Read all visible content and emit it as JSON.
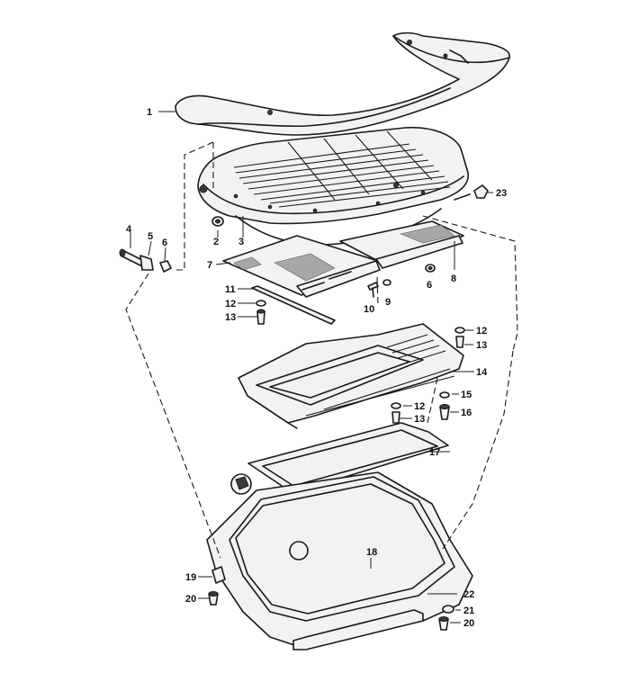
{
  "diagram": {
    "type": "exploded parts diagram",
    "callouts": [
      {
        "id": "c1",
        "text": "1"
      },
      {
        "id": "c2",
        "text": "2"
      },
      {
        "id": "c3",
        "text": "3"
      },
      {
        "id": "c4",
        "text": "4"
      },
      {
        "id": "c5",
        "text": "5"
      },
      {
        "id": "c6a",
        "text": "6"
      },
      {
        "id": "c6b",
        "text": "6"
      },
      {
        "id": "c7",
        "text": "7"
      },
      {
        "id": "c8",
        "text": "8"
      },
      {
        "id": "c9",
        "text": "9"
      },
      {
        "id": "c10",
        "text": "10"
      },
      {
        "id": "c11",
        "text": "11"
      },
      {
        "id": "c12a",
        "text": "12"
      },
      {
        "id": "c13a",
        "text": "13"
      },
      {
        "id": "c12b",
        "text": "12"
      },
      {
        "id": "c13b",
        "text": "13"
      },
      {
        "id": "c14",
        "text": "14"
      },
      {
        "id": "c12c",
        "text": "12"
      },
      {
        "id": "c15",
        "text": "15"
      },
      {
        "id": "c13c",
        "text": "13"
      },
      {
        "id": "c16",
        "text": "16"
      },
      {
        "id": "c17",
        "text": "17"
      },
      {
        "id": "c18",
        "text": "18"
      },
      {
        "id": "c19",
        "text": "19"
      },
      {
        "id": "c20a",
        "text": "20"
      },
      {
        "id": "c22",
        "text": "22"
      },
      {
        "id": "c21",
        "text": "21"
      },
      {
        "id": "c20b",
        "text": "20"
      },
      {
        "id": "c23",
        "text": "23"
      }
    ]
  }
}
